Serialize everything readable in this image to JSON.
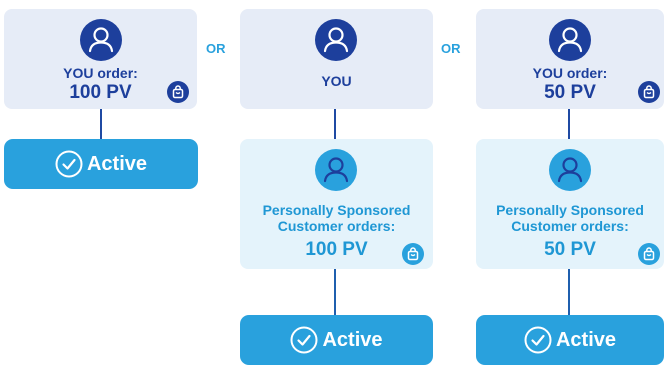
{
  "colors": {
    "navy": "#1d3f9c",
    "sky": "#29a1dd",
    "you_box": "#e6ecf7",
    "customer_box": "#e4f3fb"
  },
  "or_labels": [
    "OR",
    "OR"
  ],
  "columns": [
    {
      "you": {
        "line1": "YOU order:",
        "line2": "100 PV",
        "avatar_icon": "user-icon",
        "bag_icon": "shopping-bag-icon"
      },
      "active": "Active"
    },
    {
      "you": {
        "line1": "YOU",
        "avatar_icon": "user-icon"
      },
      "customer": {
        "line1": "Personally Sponsored",
        "line2": "Customer orders:",
        "line3": "100 PV",
        "avatar_icon": "user-icon",
        "bag_icon": "shopping-bag-icon"
      },
      "active": "Active"
    },
    {
      "you": {
        "line1": "YOU order:",
        "line2": "50 PV",
        "avatar_icon": "user-icon",
        "bag_icon": "shopping-bag-icon"
      },
      "customer": {
        "line1": "Personally Sponsored",
        "line2": "Customer orders:",
        "line3": "50 PV",
        "avatar_icon": "user-icon",
        "bag_icon": "shopping-bag-icon"
      },
      "active": "Active"
    }
  ]
}
